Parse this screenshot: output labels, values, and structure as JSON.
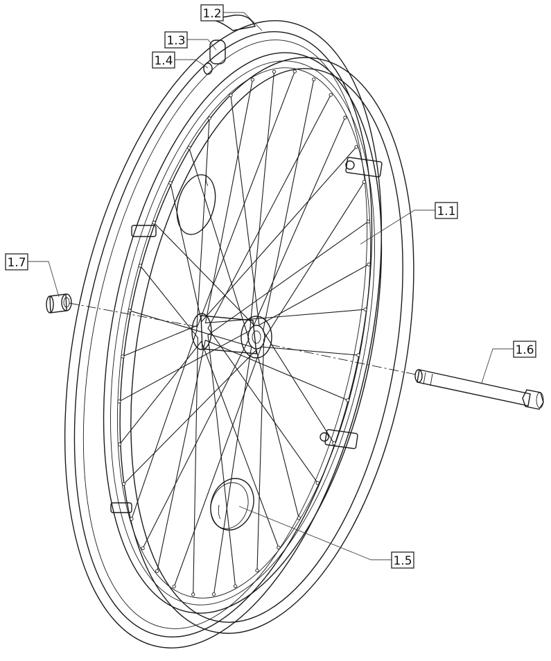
{
  "diagram": {
    "parts": [
      {
        "id": "tire",
        "label": "1.2"
      },
      {
        "id": "pushrim-cap",
        "label": "1.3"
      },
      {
        "id": "valve",
        "label": "1.4"
      },
      {
        "id": "rim",
        "label": "1.1"
      },
      {
        "id": "bearing-spacer",
        "label": "1.7"
      },
      {
        "id": "axle",
        "label": "1.6"
      },
      {
        "id": "hub-disc",
        "label": "1.5"
      }
    ]
  }
}
